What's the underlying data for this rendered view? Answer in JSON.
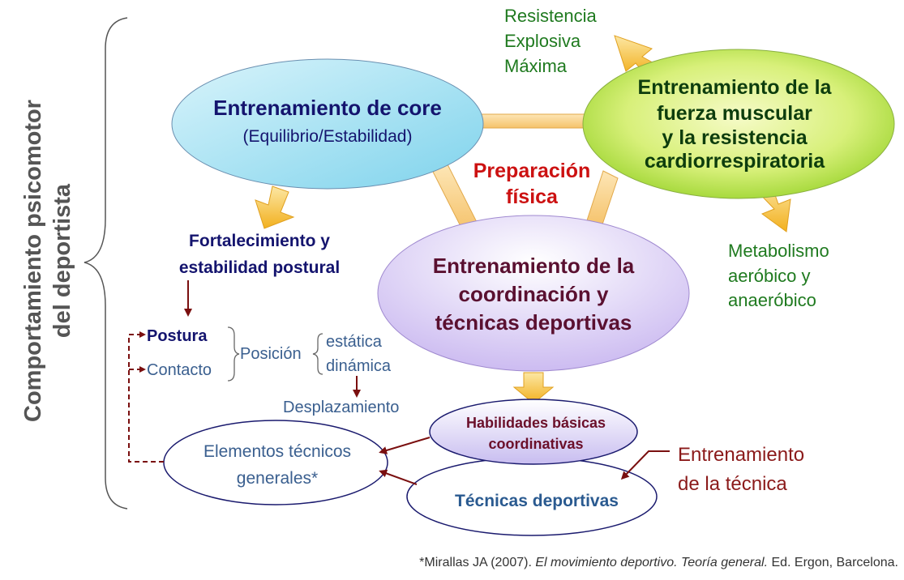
{
  "side_label": [
    "Comportamiento psicomotor",
    "del deportista"
  ],
  "center_label": [
    "Preparación",
    "física"
  ],
  "core": {
    "title": "Entrenamiento de core",
    "subtitle": "(Equilibrio/Estabilidad)"
  },
  "fuerza": {
    "lines": [
      "Entrenamiento de la",
      "fuerza muscular",
      "y la resistencia",
      "cardiorrespiratoria"
    ]
  },
  "coordinacion": {
    "lines": [
      "Entrenamiento de la",
      "coordinación y",
      "técnicas deportivas"
    ]
  },
  "resistencia_list": [
    "Resistencia",
    "Explosiva",
    "Máxima"
  ],
  "metabolismo_list": [
    "Metabolismo",
    "aeróbico y",
    "anaeróbico"
  ],
  "fortalecimiento": [
    "Fortalecimiento y",
    "estabilidad postural"
  ],
  "postura": "Postura",
  "contacto": "Contacto",
  "posicion": "Posición",
  "estatica": "estática",
  "dinamica": "dinámica",
  "desplazamiento": "Desplazamiento",
  "habilidades": [
    "Habilidades básicas",
    "coordinativas"
  ],
  "elementos": [
    "Elementos técnicos",
    "generales*"
  ],
  "tecnicas": "Técnicas deportivas",
  "entrenamiento_tecnica": [
    "Entrenamiento",
    "de la técnica"
  ],
  "citation": {
    "prefix": "*Mirallas JA (2007). ",
    "title": "El movimiento deportivo. Teoría general.",
    "suffix": " Ed. Ergon, Barcelona."
  },
  "colors": {
    "navy": "#14146e",
    "darkred": "#8b1a1a",
    "red": "#cc1111",
    "green": "#1f7a1f",
    "darkgreen": "#0d3d0d",
    "blue_text": "#3a5f8f",
    "maroon": "#6b0f2a",
    "gray": "#555555"
  }
}
